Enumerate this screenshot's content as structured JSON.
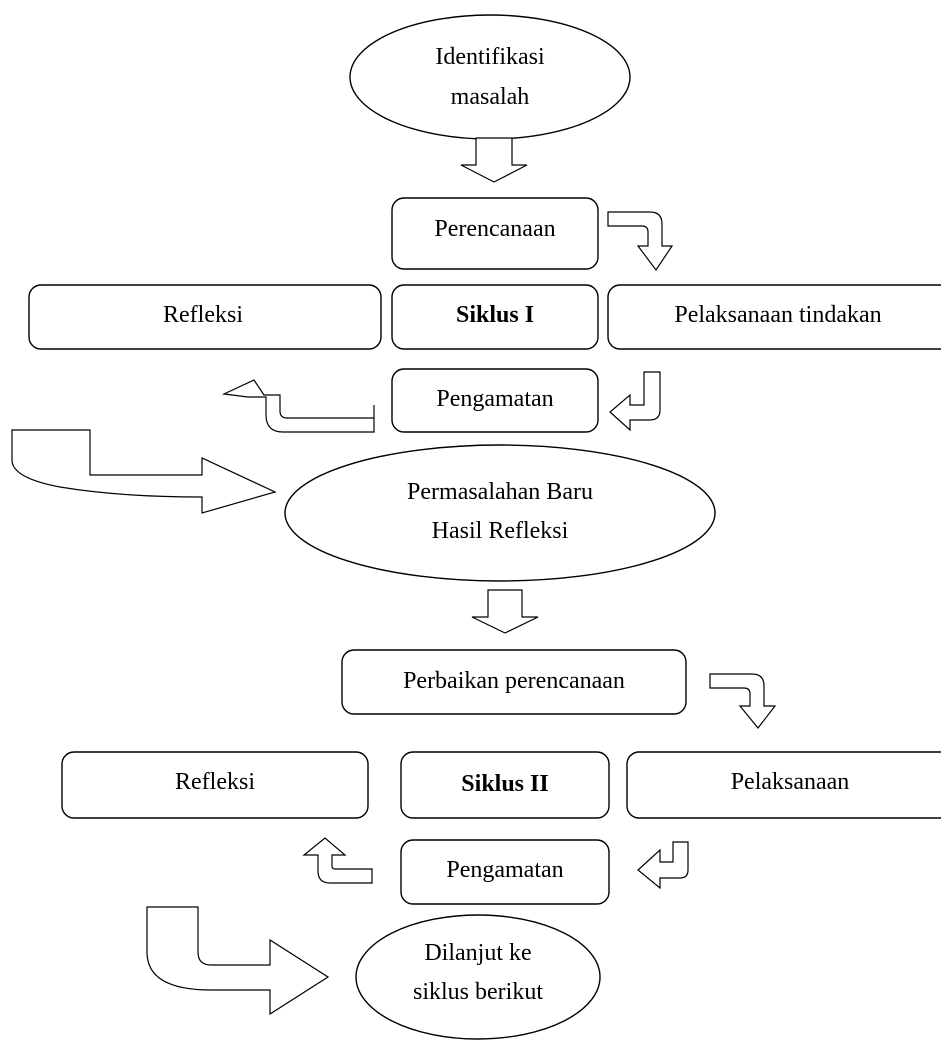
{
  "cycle1": {
    "start_line1": "Identifikasi",
    "start_line2": "masalah",
    "planning": "Perencanaan",
    "reflection": "Refleksi",
    "cycle": "Siklus I",
    "action": "Pelaksanaan tindakan",
    "observation": "Pengamatan"
  },
  "transition": {
    "line1": "Permasalahan Baru",
    "line2": "Hasil Refleksi"
  },
  "cycle2": {
    "planning": "Perbaikan perencanaan",
    "reflection": "Refleksi",
    "cycle": "Siklus II",
    "action": "Pelaksanaan",
    "observation": "Pengamatan"
  },
  "end": {
    "line1": "Dilanjut ke",
    "line2": "siklus berikut"
  }
}
